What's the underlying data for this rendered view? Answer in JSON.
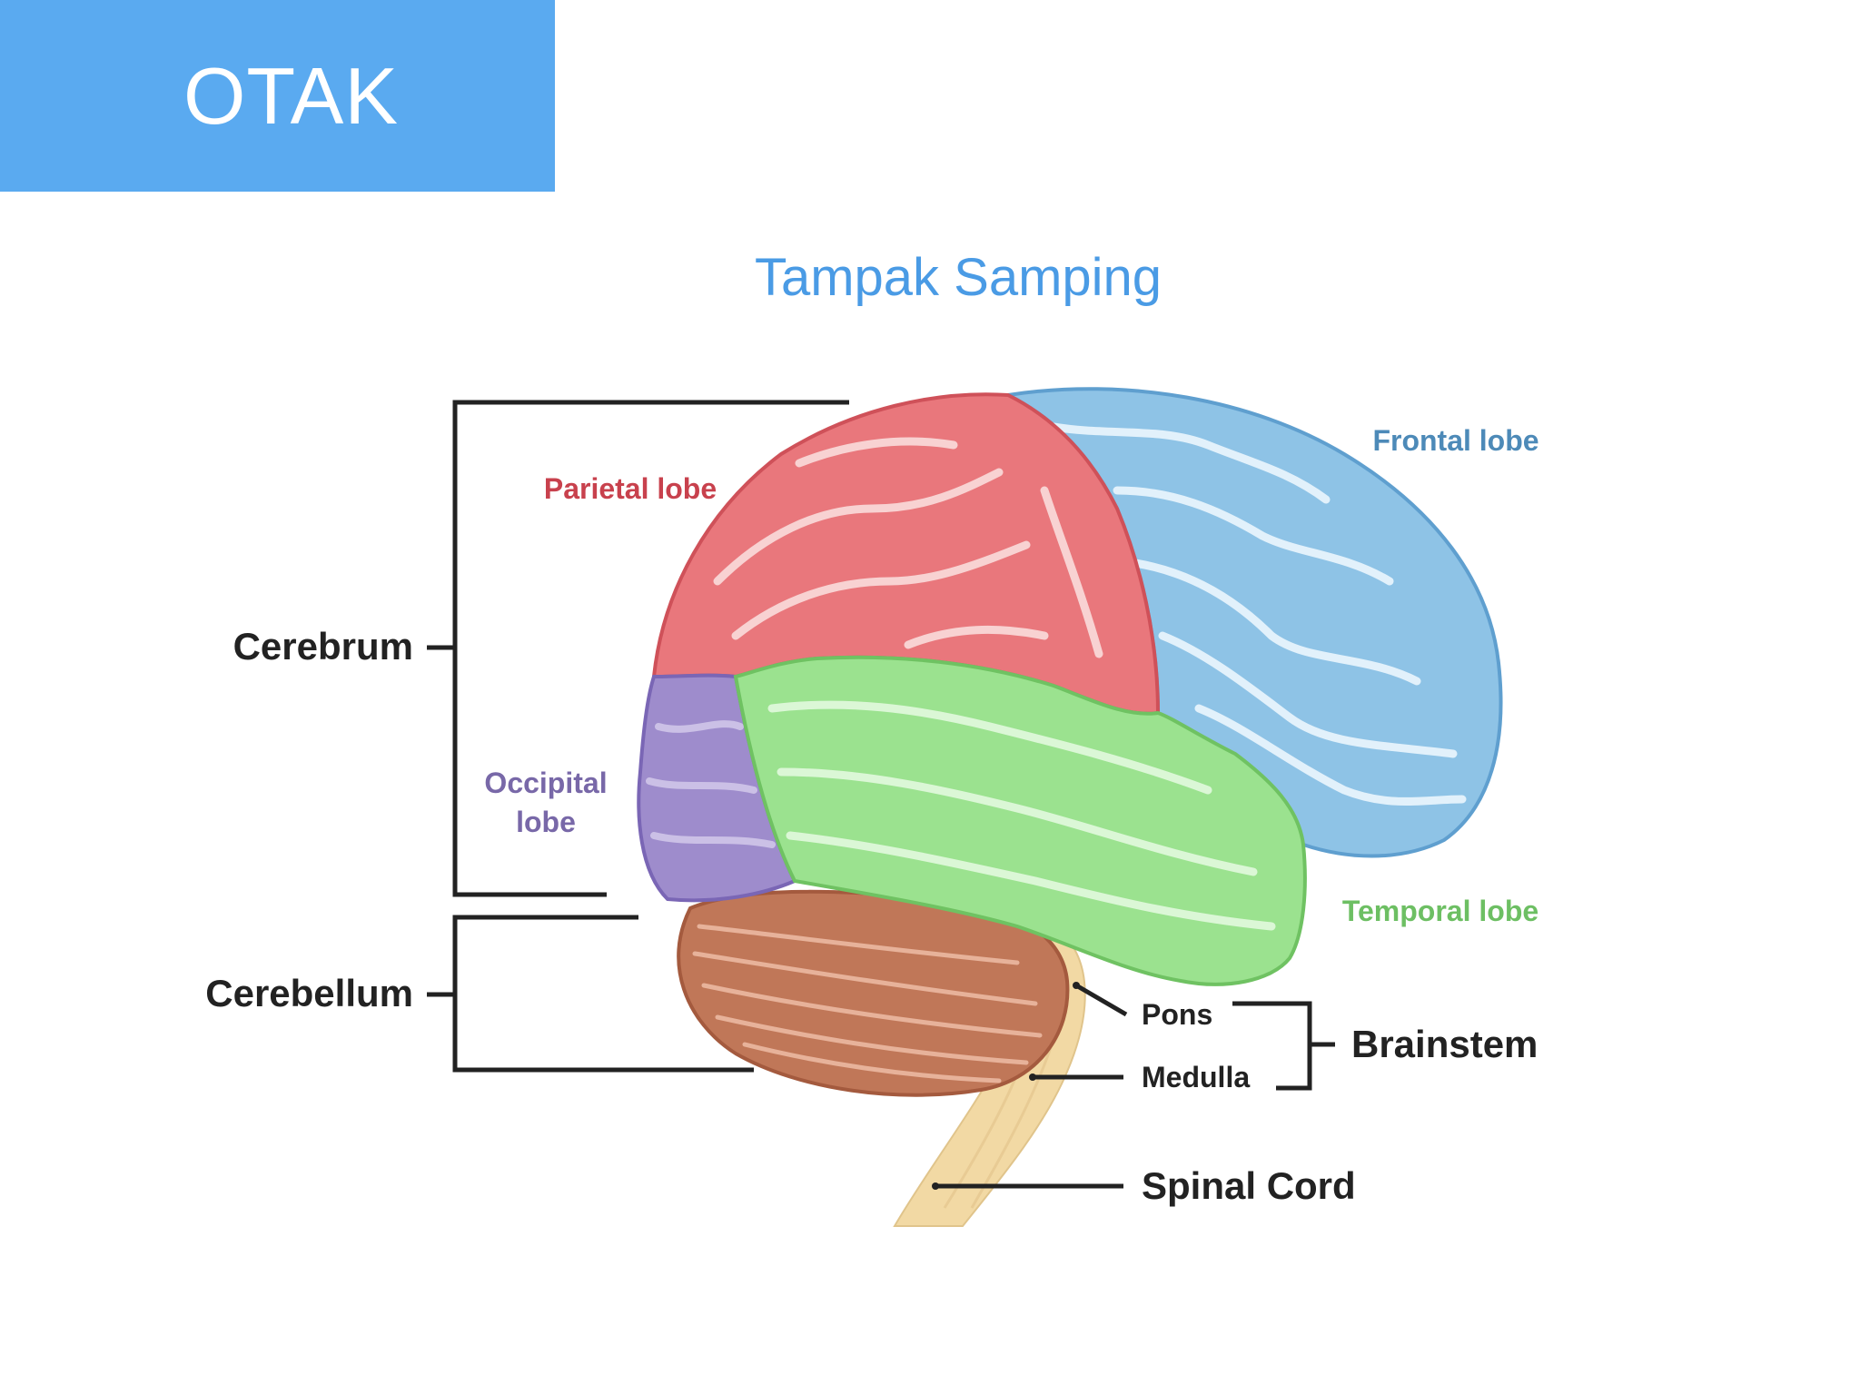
{
  "header": {
    "title": "OTAK"
  },
  "subtitle": "Tampak Samping",
  "labels": {
    "cerebrum": "Cerebrum",
    "cerebellum": "Cerebellum",
    "parietal": "Parietal lobe",
    "frontal": "Frontal lobe",
    "occipital_line1": "Occipital",
    "occipital_line2": "lobe",
    "temporal": "Temporal lobe",
    "pons": "Pons",
    "medulla": "Medulla",
    "brainstem": "Brainstem",
    "spinal_cord": "Spinal Cord"
  },
  "colors": {
    "header_bg": "#5aaaf0",
    "parietal": "#e9777c",
    "frontal": "#8ec3e6",
    "occipital": "#9e8ccc",
    "temporal": "#9be28f",
    "cerebellum": "#c07758",
    "brainstem": "#f2d9a4"
  }
}
